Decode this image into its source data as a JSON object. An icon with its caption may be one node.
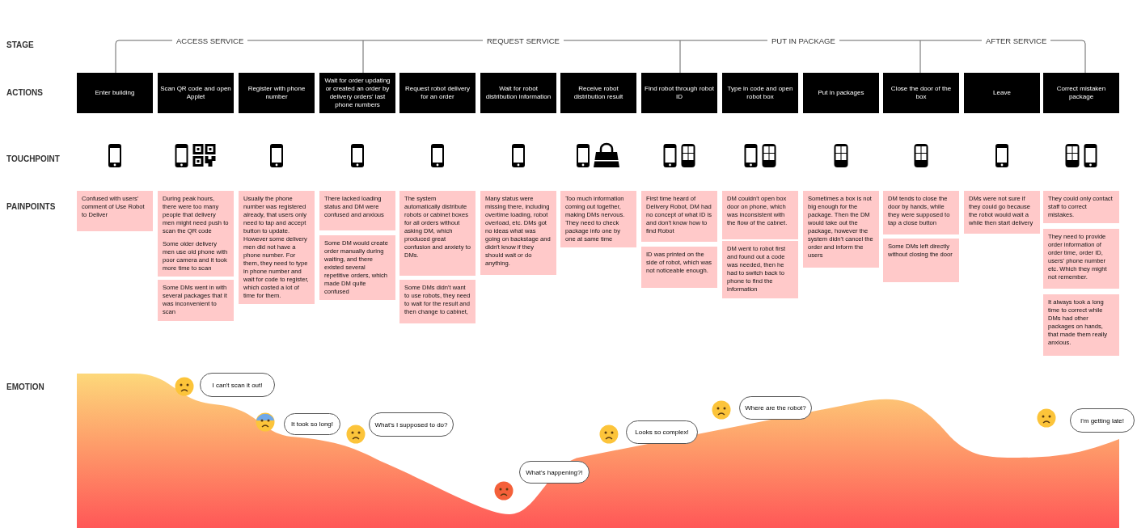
{
  "diagram": {
    "nodes": [
      {
        "text": [
          "Enter building"
        ]
      },
      {
        "text": [
          "Scan QR code and open Applet"
        ]
      },
      {
        "text": [
          "Register with phone number"
        ]
      },
      {
        "text": [
          "Wait for order updating or created an order by delivery orders' last phone numbers"
        ]
      },
      {
        "text": [
          "Request robot delivery for an order"
        ]
      },
      {
        "text": [
          "Wait for robot distribution information"
        ]
      },
      {
        "text": [
          "Receive robot distribution result"
        ]
      },
      {
        "text": [
          "Find robot through robot ID"
        ]
      },
      {
        "text": [
          "Type in code and open robot box"
        ]
      },
      {
        "text": [
          "Put in packages"
        ]
      },
      {
        "text": [
          "Close the door of the box"
        ]
      },
      {
        "text": [
          "Leave"
        ]
      },
      {
        "text": [
          "Correct mistaken package"
        ]
      },
      {
        "text": [
          "Confused with users' comment of Use Robot to Deliver"
        ]
      },
      {
        "text": [
          "During peak hours, there were too many people that delivery men might need push to scan the QR code"
        ]
      },
      {
        "text": [
          "Some older delivery men use old phone with poor camera and it took more time to scan"
        ]
      },
      {
        "text": [
          "Some DMs went in with several packages that it was inconvenient to scan"
        ]
      },
      {
        "text": [
          "Usually the phone number was registered already, that users only need to tap and accept button to update. However some delivery men did not have a phone number. For them, they need to type in phone number and wait for code to register, which costed a lot of time for them."
        ]
      },
      {
        "text": [
          "There lacked loading status and DM were confused and anxious"
        ]
      },
      {
        "text": [
          "Some DM would create order manually during waiting, and there existed several repetitive orders, which made DM quite confused"
        ]
      },
      {
        "text": [
          "The system automatically distribute robots or cabinet boxes for all orders without asking DM, which produced great confusion and anxiety to DMs."
        ]
      },
      {
        "text": [
          "Some DMs didn't want to use robots, they need to wait for the result and then change to cabinet,"
        ]
      },
      {
        "text": [
          "Many status were missing there, including overtime loading, robot overload, etc. DMs got no ideas what was going on backstage and didn't know if they should wait or do anything."
        ]
      },
      {
        "text": [
          "Too much information coming out together, making DMs nervous. They need to check package info one by one at same time"
        ]
      },
      {
        "text": [
          "First time heard of Delivery Robot, DM had no concept of what ID is and don't know how to find Robot"
        ]
      },
      {
        "text": [
          "ID was printed on the side of robot, which was not noticeable enough."
        ]
      },
      {
        "text": [
          "DM couldn't open box door on phone, which was inconsistent with the flow of the cabnet."
        ]
      },
      {
        "text": [
          "DM went to robot first and found out a code was needed, then he had to switch back to phone to find the information"
        ]
      },
      {
        "text": [
          "Sometimes a box is not big enough for the package. Then the DM would take out the package, however the system didn't cancel the order and inform the users"
        ]
      },
      {
        "text": [
          "DM tends to close the door by hands, while they were supposed to tap a close button"
        ]
      },
      {
        "text": [
          "Some DMs left directly without closing the door"
        ]
      },
      {
        "text": [
          "DMs were not sure if they could go because the robot would wait a while then start delivery"
        ]
      },
      {
        "text": [
          "They could only contact staff to correct mistakes."
        ]
      },
      {
        "text": [
          "They need to provide order information of order time, order ID, users' phone number etc. Which they might not remember."
        ]
      },
      {
        "text": [
          "It always took a long time to correct while DMs had other packages on hands, that made them really anxious."
        ]
      },
      {
        "text": [
          "I can't scan it out!"
        ]
      },
      {
        "text": [
          "It took so long!"
        ]
      },
      {
        "text": [
          "What's I supposed to do?"
        ]
      },
      {
        "text": [
          "What's happening?!"
        ]
      },
      {
        "text": [
          "Looks so complex!"
        ]
      },
      {
        "text": [
          "Where are the robot?"
        ]
      },
      {
        "text": [
          "I'm getting late!"
        ]
      }
    ],
    "labels": [
      "STAGE",
      "ACCESS SERVICE",
      "REQUEST SERVICE",
      "PUT IN PACKAGE",
      "AFTER SERVICE",
      "ACTIONS",
      "TOUCHPOINT",
      "PAINPOINTS",
      "EMOTION"
    ]
  }
}
